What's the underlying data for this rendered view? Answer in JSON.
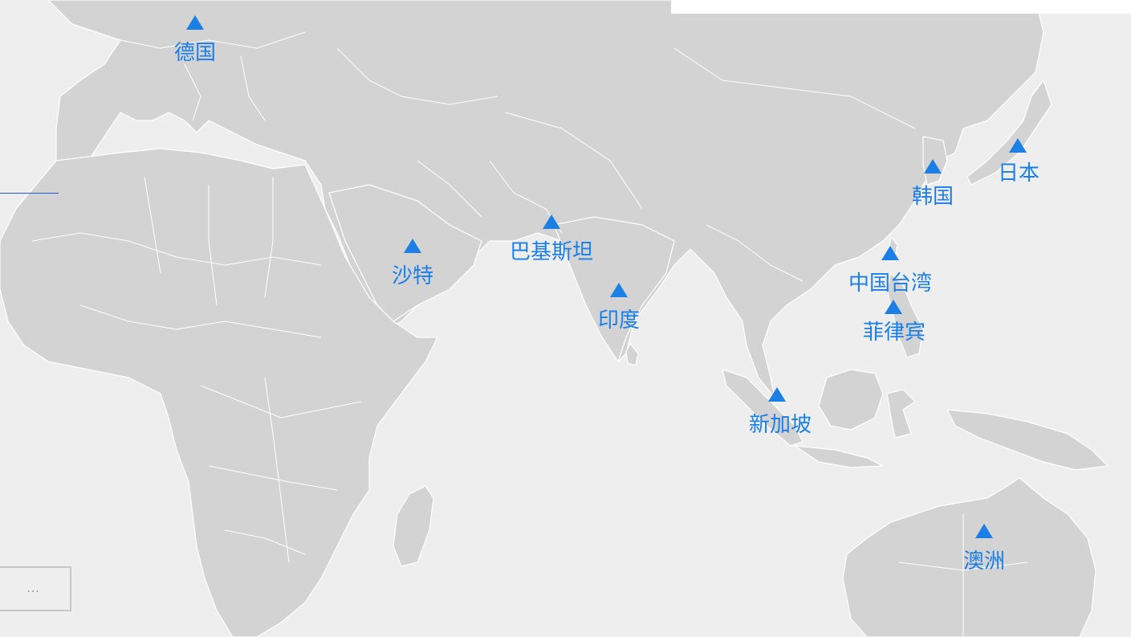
{
  "map": {
    "markers": [
      {
        "id": "germany",
        "label": "德国"
      },
      {
        "id": "saudi",
        "label": "沙特"
      },
      {
        "id": "pakistan",
        "label": "巴基斯坦"
      },
      {
        "id": "india",
        "label": "印度"
      },
      {
        "id": "singapore",
        "label": "新加坡"
      },
      {
        "id": "korea",
        "label": "韩国"
      },
      {
        "id": "japan",
        "label": "日本"
      },
      {
        "id": "taiwan",
        "label": "中国台湾"
      },
      {
        "id": "philippines",
        "label": "菲律宾"
      },
      {
        "id": "australia",
        "label": "澳洲"
      }
    ],
    "marker_color": "#1b7fe6",
    "land_color": "#d3d3d3",
    "sea_color": "#eeeeee"
  },
  "controls": {
    "more_label": "..."
  }
}
